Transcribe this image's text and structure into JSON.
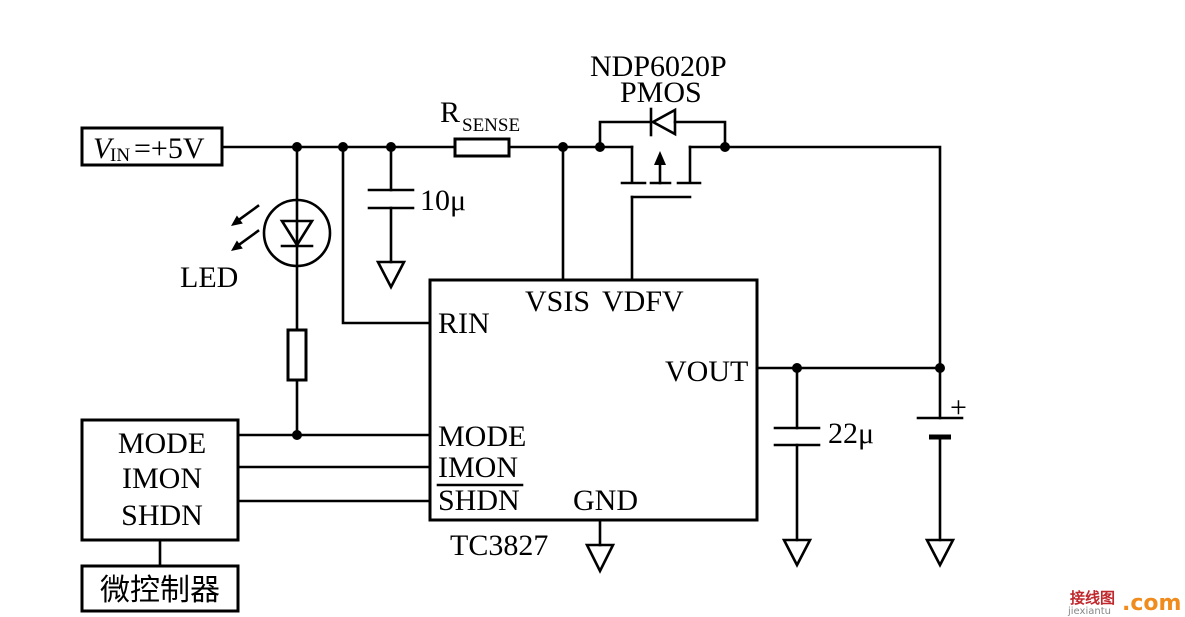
{
  "colors": {
    "ink": "#000000",
    "background": "#ffffff",
    "watermark_red": "#c0282d",
    "watermark_orange": "#f08c1e",
    "watermark_gray": "#888888"
  },
  "diagram": {
    "vin": {
      "symbol": "V",
      "subscript": "IN",
      "value": "=+5V"
    },
    "rsense": {
      "symbol": "R",
      "subscript": "SENSE"
    },
    "pmos": {
      "part_number": "NDP6020P",
      "type": "PMOS"
    },
    "input_capacitor": "10μ",
    "output_capacitor": "22μ",
    "led": "LED",
    "battery_polarity": "+",
    "ic": {
      "name": "TC3827",
      "pin_vsis": "VSIS",
      "pin_vdfv": "VDFV",
      "pin_rin": "RIN",
      "pin_vout": "VOUT",
      "pin_mode": "MODE",
      "pin_imon": "IMON",
      "pin_shdn": "SHDN",
      "pin_gnd": "GND"
    },
    "controller": {
      "pin_mode": "MODE",
      "pin_imon": "IMON",
      "pin_shdn": "SHDN",
      "name": "微控制器"
    }
  },
  "watermark": {
    "chars": "接线图",
    "pinyin": "jiexiantu",
    "domain": ".com"
  }
}
